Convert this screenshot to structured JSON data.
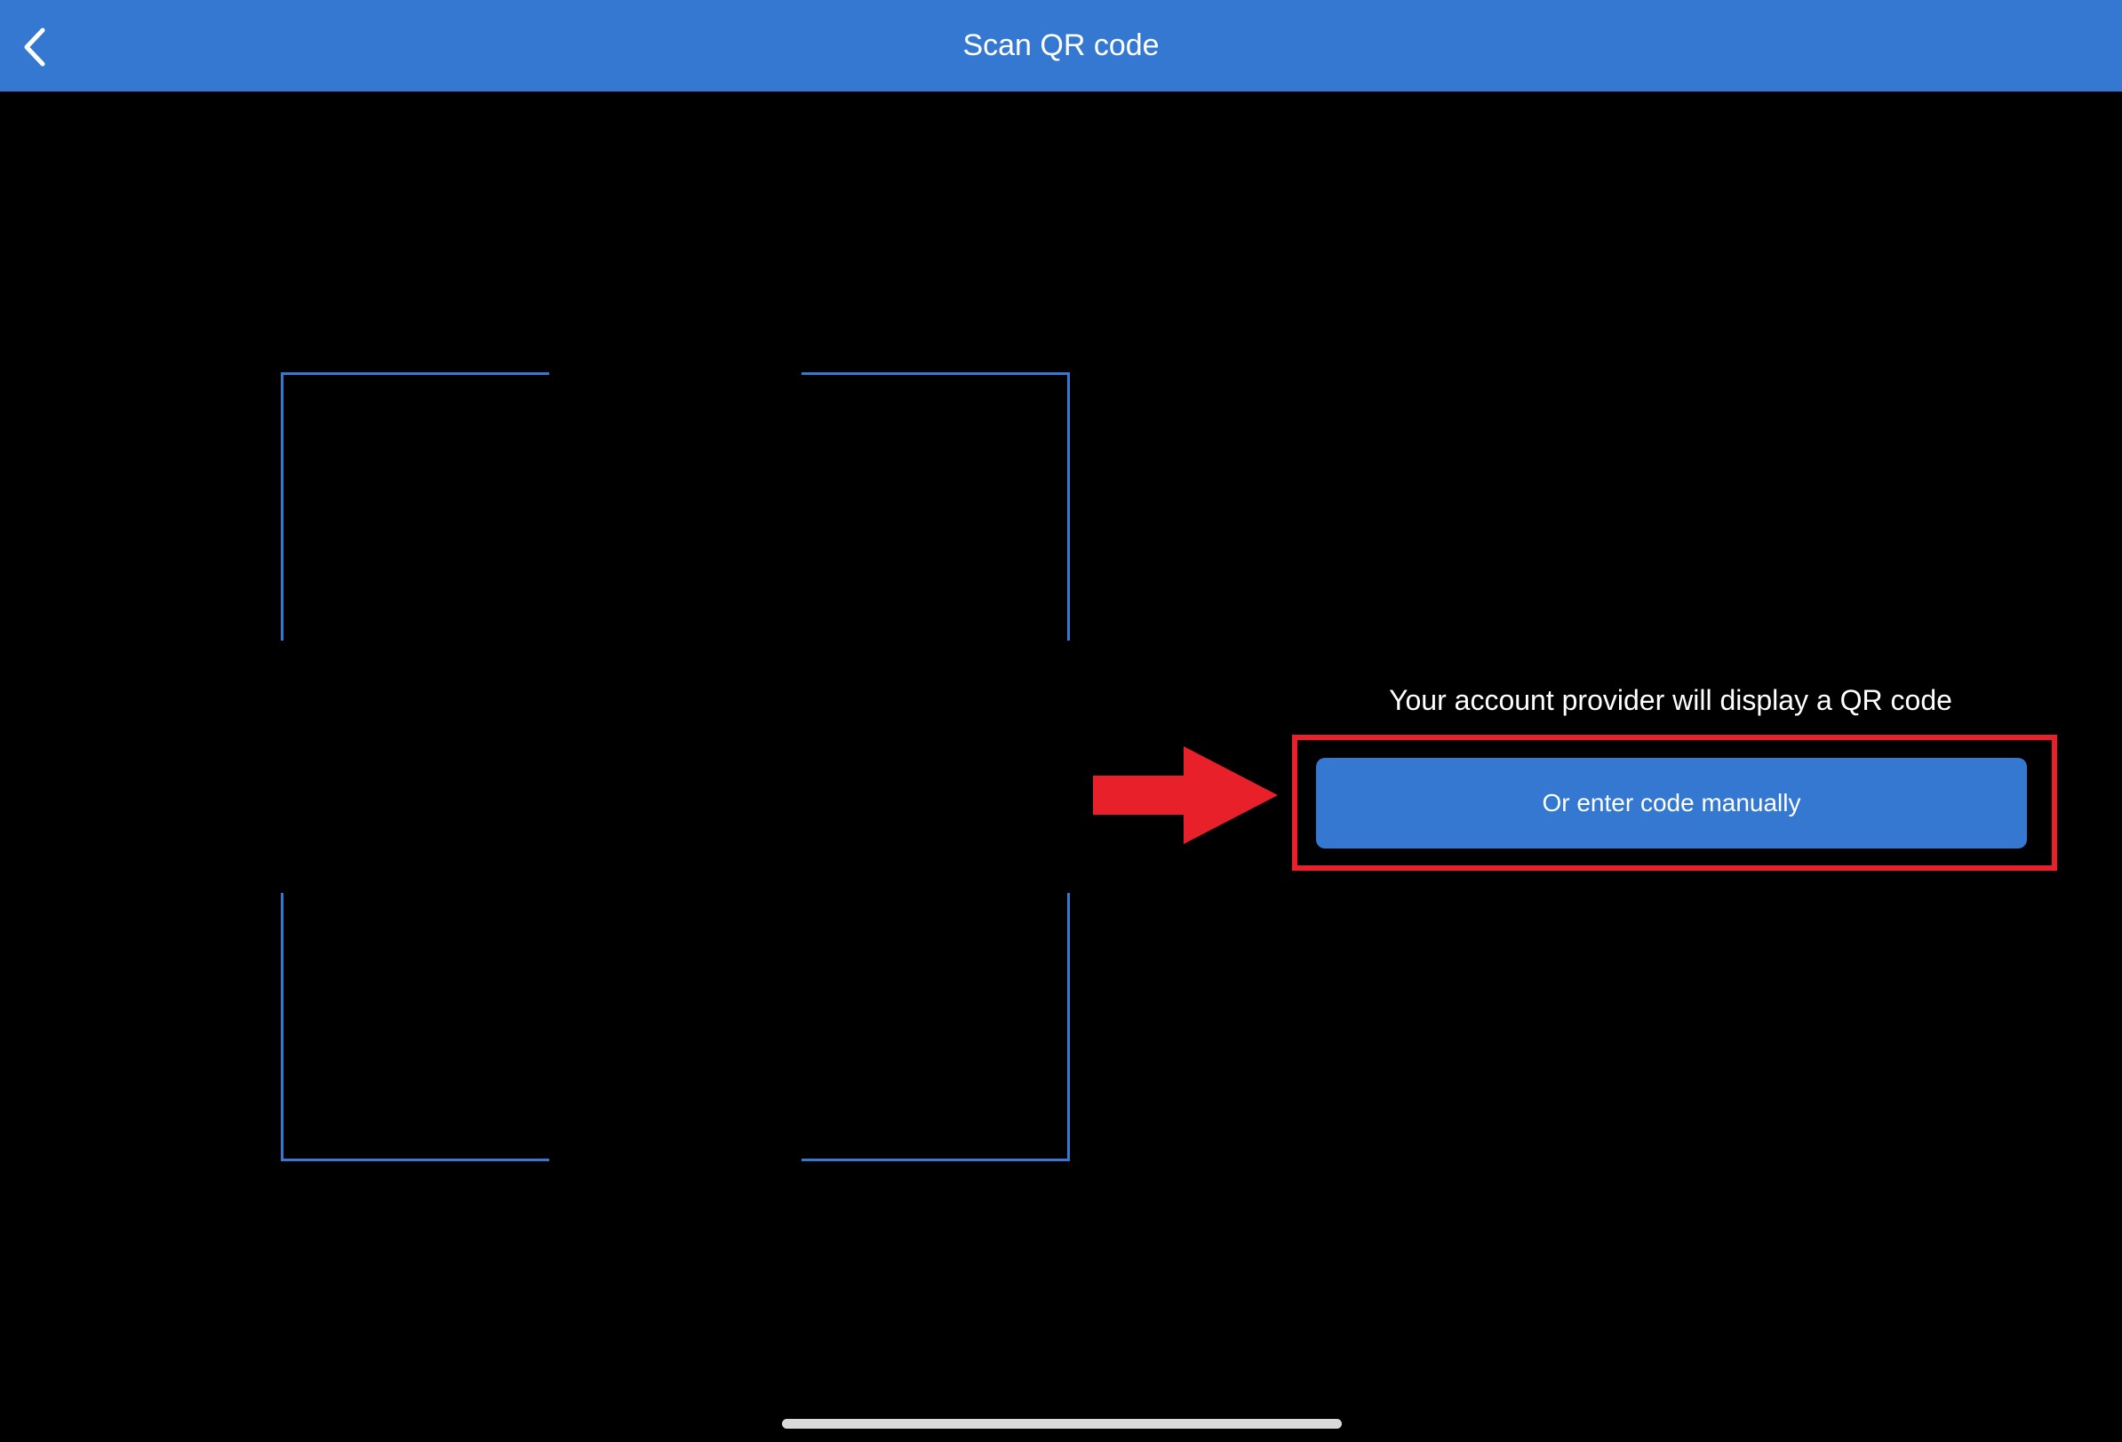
{
  "header": {
    "title": "Scan QR code",
    "back_icon": "chevron-left-icon"
  },
  "scanner": {
    "instruction": "Your account provider will display a QR code",
    "manual_entry_label": "Or enter code manually"
  },
  "annotation": {
    "arrow_icon": "arrow-right-icon",
    "highlight_color": "#e8202a"
  },
  "colors": {
    "accent": "#3578d1",
    "background": "#000000",
    "text": "#ffffff"
  }
}
